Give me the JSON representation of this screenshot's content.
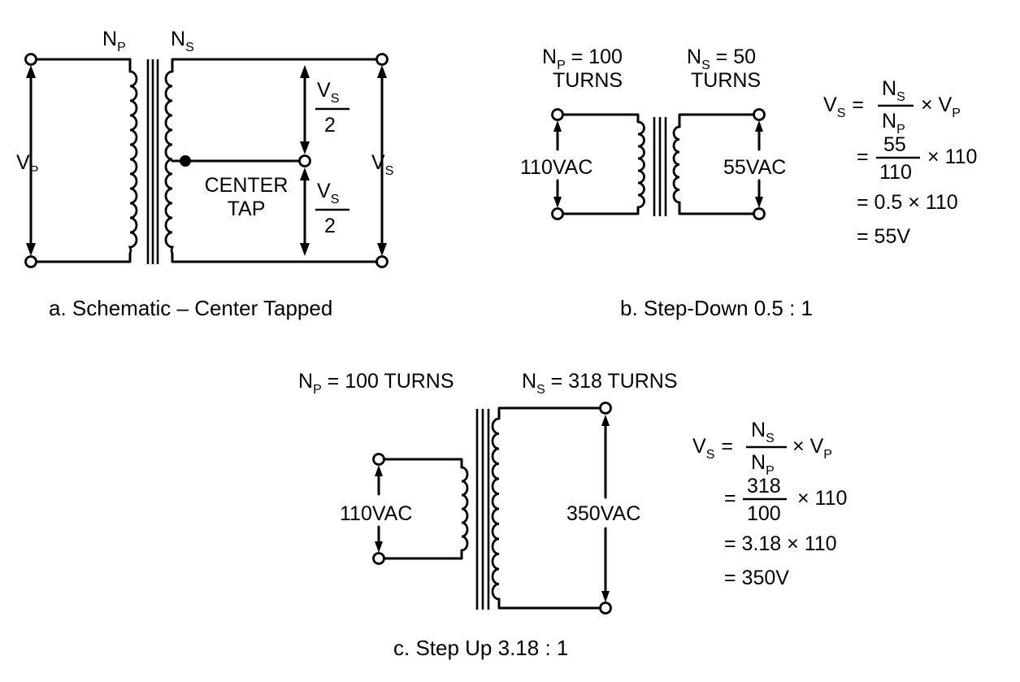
{
  "panel_a": {
    "np_label": "N",
    "np_sub": "P",
    "ns_label": "N",
    "ns_sub": "S",
    "vp_label": "V",
    "vp_sub": "P",
    "vs_label": "V",
    "vs_sub": "S",
    "half_num": "V",
    "half_num_sub": "S",
    "half_den": "2",
    "center_tap_line1": "CENTER",
    "center_tap_line2": "TAP",
    "caption": "a. Schematic – Center Tapped"
  },
  "panel_b": {
    "np_label": "N",
    "np_sub": "P",
    "np_value": " = 100",
    "np_turns": "TURNS",
    "ns_label": "N",
    "ns_sub": "S",
    "ns_value": " = 50",
    "ns_turns": "TURNS",
    "primary_voltage": "110VAC",
    "secondary_voltage": "55VAC",
    "formula": {
      "lhs": "V",
      "lhs_sub": "S",
      "eq": "=",
      "num": "N",
      "num_sub": "S",
      "den": "N",
      "den_sub": "P",
      "times_vp": "× V",
      "times_vp_sub": "P"
    },
    "step1_eq": "=",
    "step1_num": "55",
    "step1_den": "110",
    "step1_times": "× 110",
    "step2": "= 0.5 × 110",
    "step3": "= 55V",
    "caption": "b. Step-Down 0.5 : 1"
  },
  "panel_c": {
    "np_label": "N",
    "np_sub": "P",
    "np_value": " = 100 TURNS",
    "ns_label": "N",
    "ns_sub": "S",
    "ns_value": " = 318 TURNS",
    "primary_voltage": "110VAC",
    "secondary_voltage": "350VAC",
    "formula": {
      "lhs": "V",
      "lhs_sub": "S",
      "eq": "=",
      "num": "N",
      "num_sub": "S",
      "den": "N",
      "den_sub": "P",
      "times_vp": "× V",
      "times_vp_sub": "P"
    },
    "step1_eq": "=",
    "step1_num": "318",
    "step1_den": "100",
    "step1_times": "× 110",
    "step2": "= 3.18 × 110",
    "step3": "= 350V",
    "caption": "c. Step Up 3.18 : 1"
  }
}
